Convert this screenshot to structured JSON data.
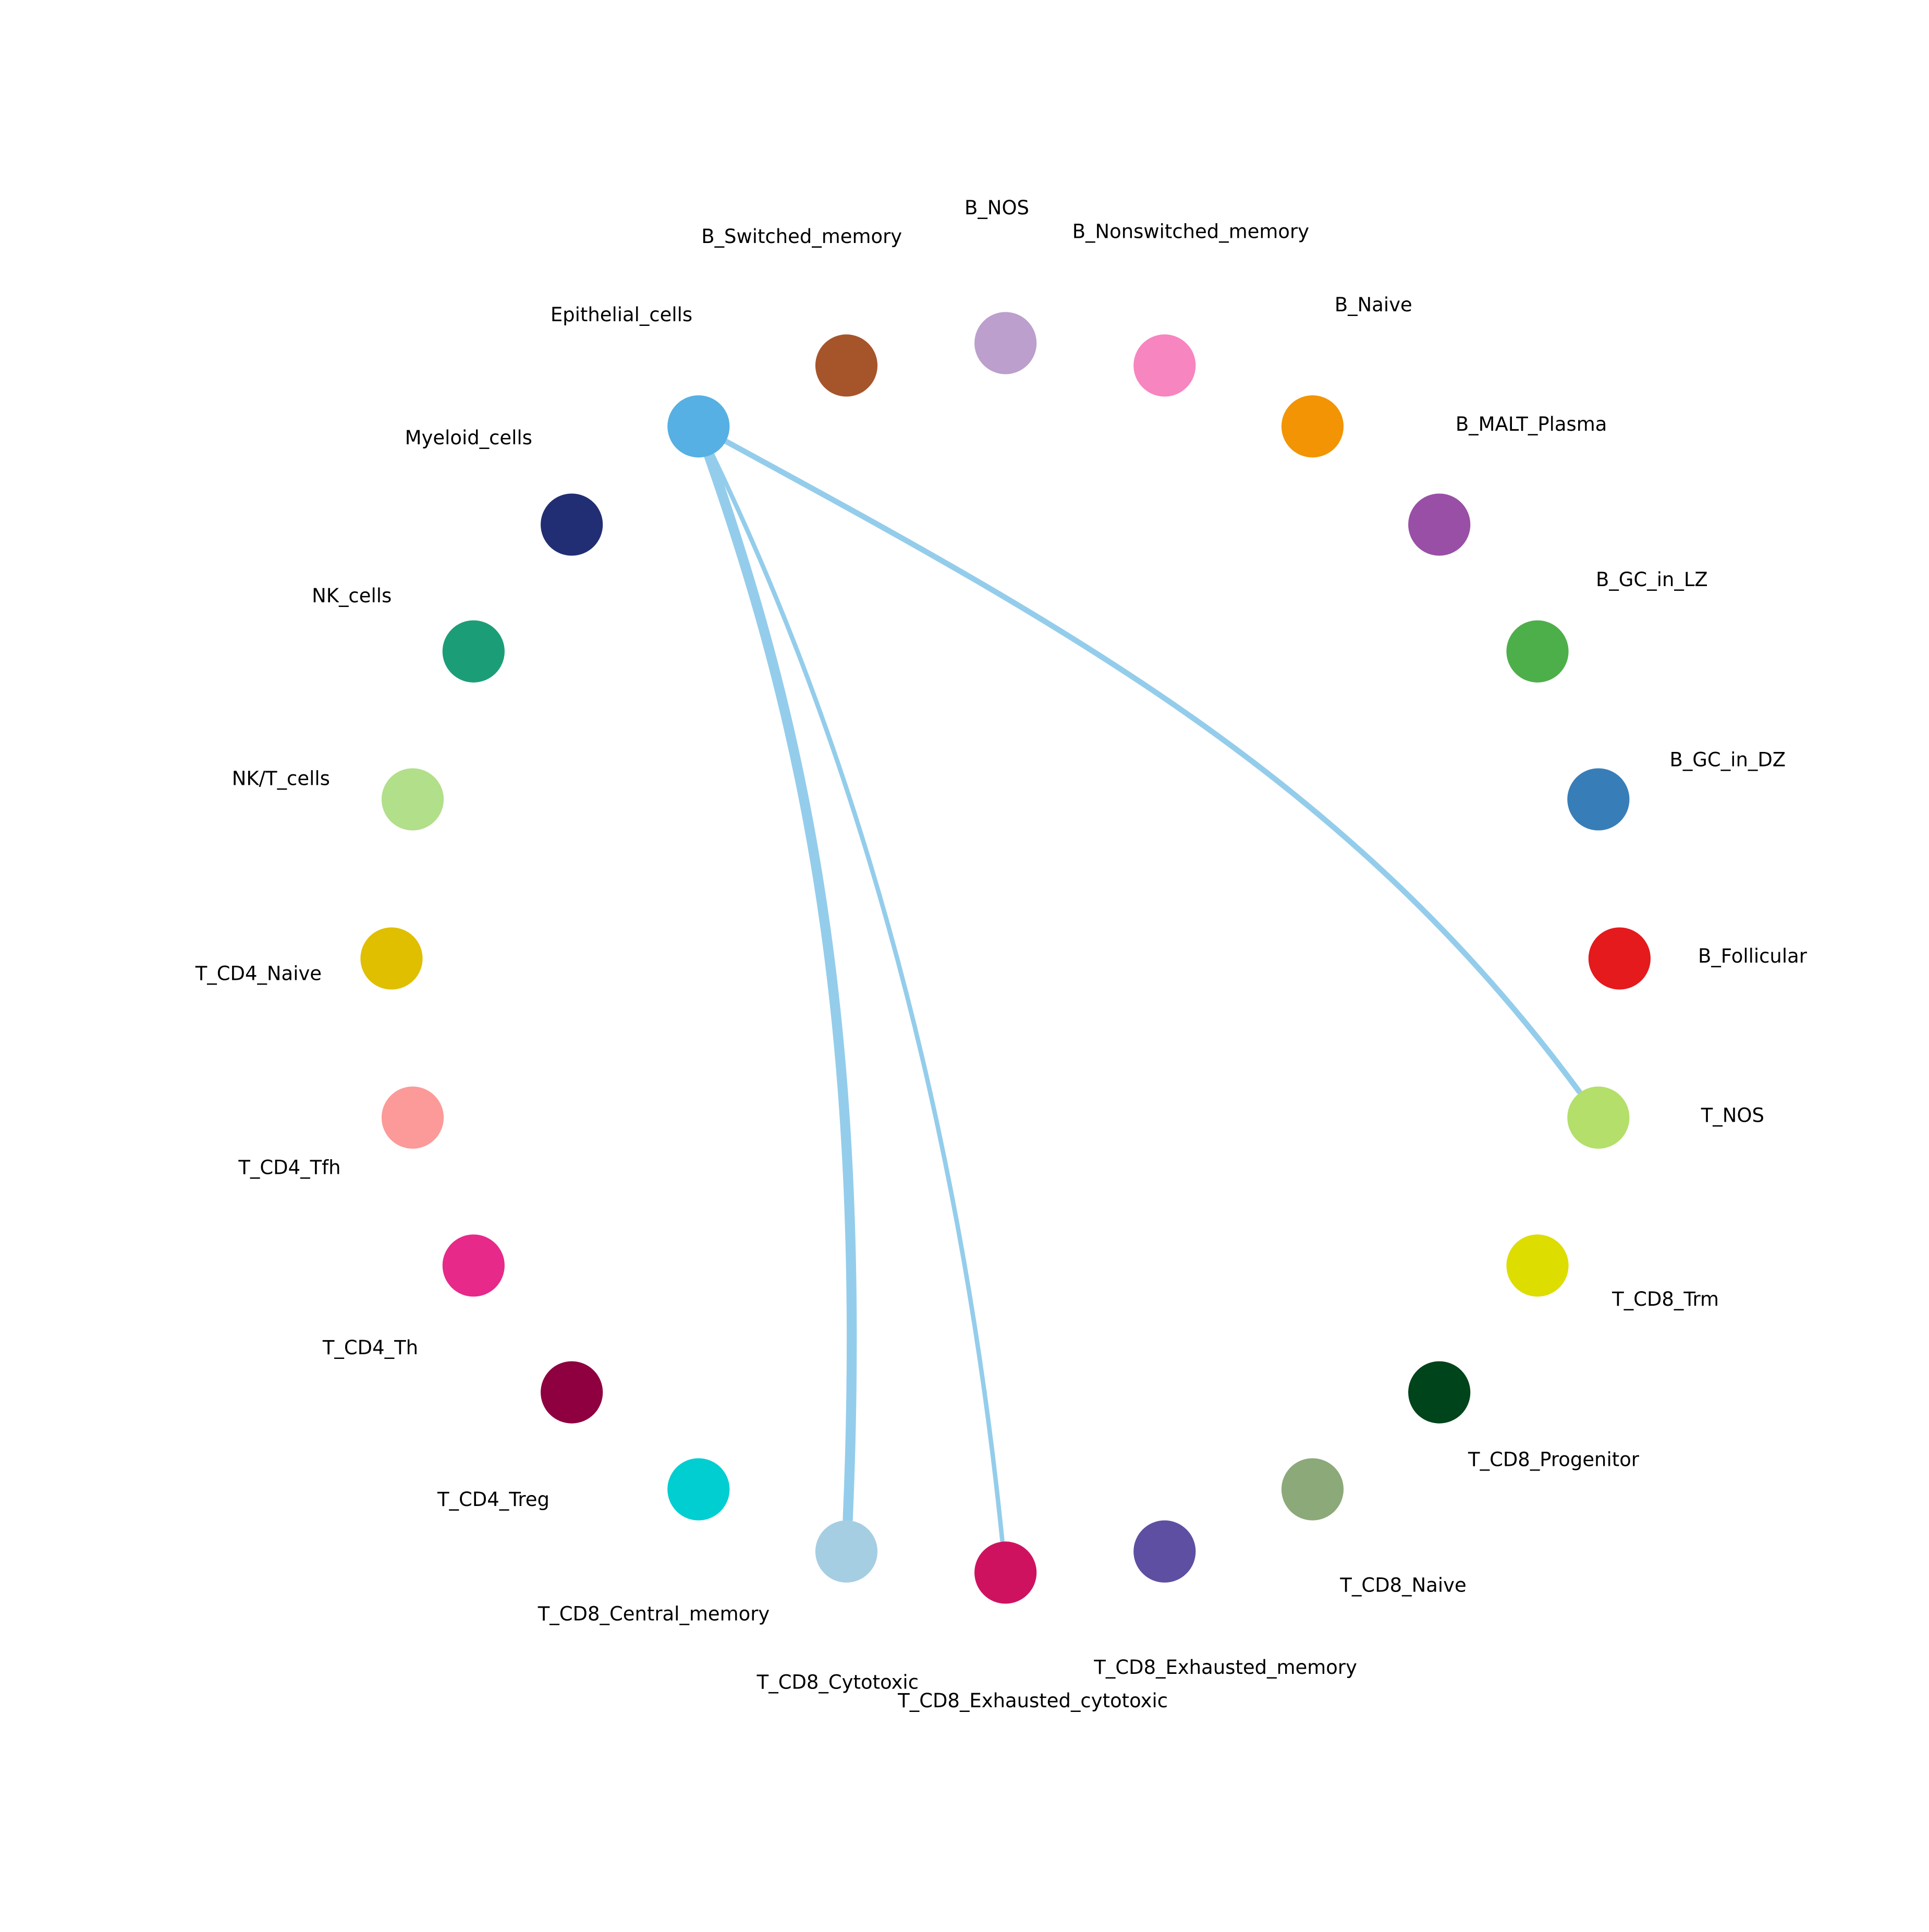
{
  "diagram": {
    "type": "network-circle",
    "edge_color": "#94CDEB",
    "nodes": [
      {
        "id": "Epithelial_cells",
        "label": "Epithelial_cells",
        "color": "#56B0E3"
      },
      {
        "id": "B_Switched_memory",
        "label": "B_Switched_memory",
        "color": "#A6552B"
      },
      {
        "id": "B_NOS",
        "label": "B_NOS",
        "color": "#BC9FCC"
      },
      {
        "id": "B_Nonswitched_memory",
        "label": "B_Nonswitched_memory",
        "color": "#F785BF"
      },
      {
        "id": "B_Naive",
        "label": "B_Naive",
        "color": "#F29403"
      },
      {
        "id": "B_MALT_Plasma",
        "label": "B_MALT_Plasma",
        "color": "#994FA6"
      },
      {
        "id": "B_GC_in_LZ",
        "label": "B_GC_in_LZ",
        "color": "#4DAF4A"
      },
      {
        "id": "B_GC_in_DZ",
        "label": "B_GC_in_DZ",
        "color": "#377EB8"
      },
      {
        "id": "B_Follicular",
        "label": "B_Follicular",
        "color": "#E41A1C"
      },
      {
        "id": "T_NOS",
        "label": "T_NOS",
        "color": "#B3DF6A"
      },
      {
        "id": "T_CD8_Trm",
        "label": "T_CD8_Trm",
        "color": "#DDDD00"
      },
      {
        "id": "T_CD8_Progenitor",
        "label": "T_CD8_Progenitor",
        "color": "#00441B"
      },
      {
        "id": "T_CD8_Naive",
        "label": "T_CD8_Naive",
        "color": "#8CA97A"
      },
      {
        "id": "T_CD8_Exhausted_memory",
        "label": "T_CD8_Exhausted_memory",
        "color": "#5E4FA2"
      },
      {
        "id": "T_CD8_Exhausted_cytotoxic",
        "label": "T_CD8_Exhausted_cytotoxic",
        "color": "#CE1260"
      },
      {
        "id": "T_CD8_Cytotoxic",
        "label": "T_CD8_Cytotoxic",
        "color": "#A6CEE3"
      },
      {
        "id": "T_CD8_Central_memory",
        "label": "T_CD8_Central_memory",
        "color": "#00CED1"
      },
      {
        "id": "T_CD4_Treg",
        "label": "T_CD4_Treg",
        "color": "#8E003F"
      },
      {
        "id": "T_CD4_Th",
        "label": "T_CD4_Th",
        "color": "#E7298A"
      },
      {
        "id": "T_CD4_Tfh",
        "label": "T_CD4_Tfh",
        "color": "#FB9A99"
      },
      {
        "id": "T_CD4_Naive",
        "label": "T_CD4_Naive",
        "color": "#E0BE00"
      },
      {
        "id": "NK_T_cells",
        "label": "NK/T_cells",
        "color": "#B2DF8A"
      },
      {
        "id": "NK_cells",
        "label": "NK_cells",
        "color": "#1B9E77"
      },
      {
        "id": "Myeloid_cells",
        "label": "Myeloid_cells",
        "color": "#222E73"
      }
    ],
    "edges": [
      {
        "source": "Epithelial_cells",
        "target": "T_CD8_Cytotoxic",
        "weight": 9
      },
      {
        "source": "Epithelial_cells",
        "target": "T_CD8_Exhausted_cytotoxic",
        "weight": 4
      },
      {
        "source": "Epithelial_cells",
        "target": "T_NOS",
        "weight": 5
      }
    ]
  }
}
